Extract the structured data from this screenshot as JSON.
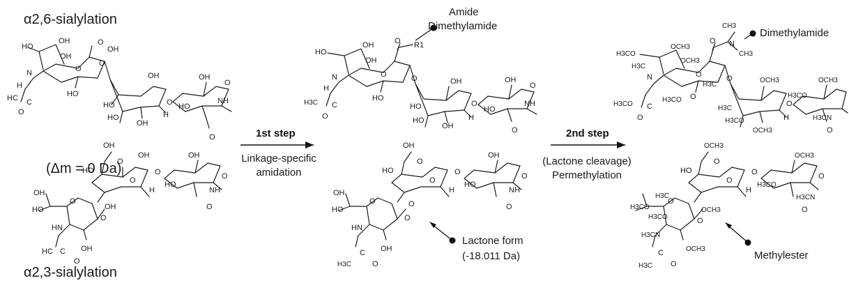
{
  "headings": {
    "top": "α2,6-sialylation",
    "bottom": "α2,3-sialylation",
    "delta_mass": "(Δm = 0 Da)"
  },
  "steps": {
    "first": {
      "title": "1st step",
      "line1": "Linkage-specific",
      "line2": "amidation"
    },
    "second": {
      "title": "2nd step",
      "line1": "(Lactone cleavage)",
      "line2": "Permethylation"
    }
  },
  "annotations": {
    "amide_line1": "Amide",
    "amide_line2": "Dimethylamide",
    "dimethylamide": "Dimethylamide",
    "lactone_line1": "Lactone form",
    "lactone_line2": "(-18.011 Da)",
    "methylester": "Methylester"
  },
  "labels": {
    "OH": "OH",
    "HO": "HO",
    "O": "O",
    "H": "H",
    "N": "N",
    "NH": "NH",
    "HN": "HN",
    "HC": "HC",
    "C": "C",
    "R1": "R1",
    "H3C": "H3C",
    "OCH3": "OCH3",
    "H3CO": "H3CO",
    "H3CN": "H3CN",
    "OOCH3": "OCH3",
    "CH3": "CH3"
  },
  "colors": {
    "ink": "#1a1a1a",
    "background": "#ffffff"
  }
}
